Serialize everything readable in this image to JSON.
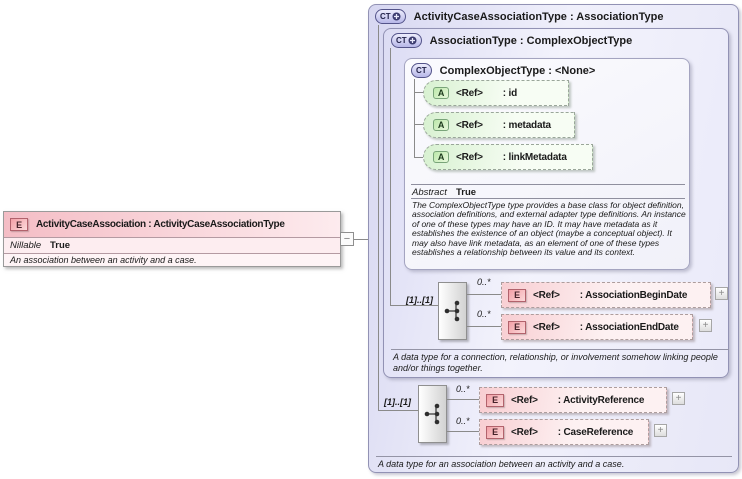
{
  "icons": {
    "expand": "+",
    "collapse": "−"
  },
  "colors": {
    "lavender": "#d7d7f1",
    "pink": "#f4bdc5",
    "green": "#d8f1d1",
    "line": "#8a8a8a"
  },
  "element_box": {
    "icon": "E",
    "title": "ActivityCaseAssociation : ActivityCaseAssociationType",
    "property_name": "Nillable",
    "property_value": "True",
    "annotation": "An association between an activity and a case."
  },
  "outer_type": {
    "icon": "CT",
    "title": "ActivityCaseAssociationType : AssociationType",
    "sequence_occurrence": "[1]..[1]",
    "elements": [
      {
        "occurrence": "0..*",
        "icon": "E",
        "ref_label": "<Ref>",
        "name": ": ActivityReference"
      },
      {
        "occurrence": "0..*",
        "icon": "E",
        "ref_label": "<Ref>",
        "name": ": CaseReference"
      }
    ],
    "annotation": "A data type for an association between an activity and a case."
  },
  "association_type": {
    "icon": "CT",
    "title": "AssociationType : ComplexObjectType",
    "sequence_occurrence": "[1]..[1]",
    "elements": [
      {
        "occurrence": "0..*",
        "icon": "E",
        "ref_label": "<Ref>",
        "name": ": AssociationBeginDate"
      },
      {
        "occurrence": "0..*",
        "icon": "E",
        "ref_label": "<Ref>",
        "name": ": AssociationEndDate"
      }
    ],
    "annotation": "A data type for a connection, relationship, or involvement somehow linking people and/or things together."
  },
  "complex_object_type": {
    "icon": "CT",
    "title": "ComplexObjectType : <None>",
    "attributes": [
      {
        "icon": "A",
        "ref_label": "<Ref>",
        "name": ": id"
      },
      {
        "icon": "A",
        "ref_label": "<Ref>",
        "name": ": metadata"
      },
      {
        "icon": "A",
        "ref_label": "<Ref>",
        "name": ": linkMetadata"
      }
    ],
    "property_name": "Abstract",
    "property_value": "True",
    "annotation": "The ComplexObjectType type provides a base class for object definition, association definitions, and external adapter type definitions. An instance of one of these types may have an ID. It may have metadata as it establishes the existence of an object (maybe a conceptual object). It may also have link metadata, as an element of one of these types establishes a relationship between its value and its context."
  }
}
